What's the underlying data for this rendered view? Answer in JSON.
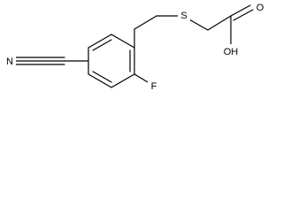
{
  "molecule": {
    "atoms": {
      "nitrile_n": "N",
      "fluorine": "F",
      "sulfur": "S",
      "carbonyl_o": "O",
      "hydroxyl": "OH"
    }
  }
}
